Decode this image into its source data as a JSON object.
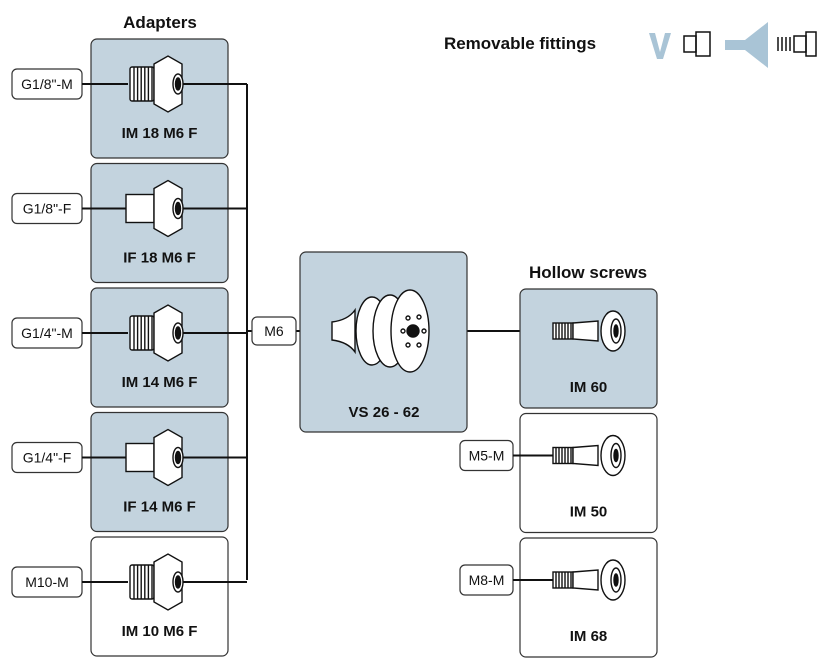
{
  "headers": {
    "adapters": "Adapters",
    "hollow_screws": "Hollow screws",
    "removable_fittings": "Removable fittings"
  },
  "legend_icons": [
    "v-icon",
    "cup-fitting-icon",
    "funnel-icon",
    "thread-fitting-icon"
  ],
  "adapters": [
    {
      "label": "IM 18 M6 F",
      "connector": "G1/8\"-M",
      "kind": "male",
      "highlighted": true
    },
    {
      "label": "IF 18 M6 F",
      "connector": "G1/8\"-F",
      "kind": "female",
      "highlighted": true
    },
    {
      "label": "IM 14 M6 F",
      "connector": "G1/4\"-M",
      "kind": "male",
      "highlighted": true
    },
    {
      "label": "IF 14 M6 F",
      "connector": "G1/4\"-F",
      "kind": "female",
      "highlighted": true
    },
    {
      "label": "IM 10 M6 F",
      "connector": "M10-M",
      "kind": "male",
      "highlighted": false
    }
  ],
  "hub_tag": "M6",
  "center": {
    "label": "VS 26 - 62",
    "highlighted": true
  },
  "screws": [
    {
      "label": "IM 60",
      "connector": "",
      "highlighted": true
    },
    {
      "label": "IM 50",
      "connector": "M5-M",
      "highlighted": false
    },
    {
      "label": "IM 68",
      "connector": "M8-M",
      "highlighted": false
    }
  ],
  "colors": {
    "card_fill": "#c3d3de",
    "card_stroke": "#333333",
    "accent_blue": "#a9c4d6",
    "line": "#111111"
  }
}
